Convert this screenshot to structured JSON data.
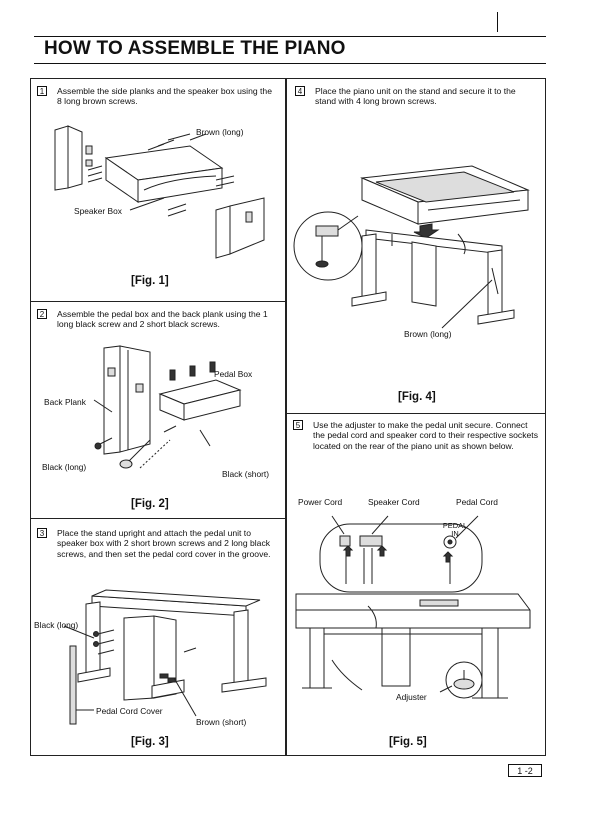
{
  "page": {
    "title": "HOW TO ASSEMBLE THE PIANO",
    "page_number": "1 -2"
  },
  "steps": [
    {
      "num": "1",
      "text": "Assemble the side planks and the speaker box using the 8 long brown screws.",
      "fig": "[Fig. 1]",
      "labels": {
        "brown_long": "Brown (long)",
        "speaker_box": "Speaker Box"
      }
    },
    {
      "num": "2",
      "text": "Assemble the pedal box and the back plank using the 1 long black screw and 2 short black screws.",
      "fig": "[Fig. 2]",
      "labels": {
        "pedal_box": "Pedal Box",
        "back_plank": "Back Plank",
        "black_long": "Black (long)",
        "black_short": "Black (short)"
      }
    },
    {
      "num": "3",
      "text": "Place the stand upright and attach the pedal unit to speaker box with 2 short brown screws and 2 long black screws, and then set the pedal cord cover in the groove.",
      "fig": "[Fig. 3]",
      "labels": {
        "black_long": "Black (long)",
        "pedal_cord_cover": "Pedal Cord Cover",
        "brown_short": "Brown (short)"
      }
    },
    {
      "num": "4",
      "text": "Place the piano unit on the stand and secure it to the stand with 4 long brown screws.",
      "fig": "[Fig. 4]",
      "labels": {
        "brown_long": "Brown (long)"
      }
    },
    {
      "num": "5",
      "text": "Use the adjuster to make the pedal unit secure. Connect the pedal cord and speaker cord to their respective sockets located on the rear of the piano unit as shown below.",
      "fig": "[Fig. 5]",
      "labels": {
        "power_cord": "Power Cord",
        "speaker_cord": "Speaker Cord",
        "pedal_cord": "Pedal Cord",
        "pedal_in": "PEDAL IN",
        "adjuster": "Adjuster"
      }
    }
  ]
}
